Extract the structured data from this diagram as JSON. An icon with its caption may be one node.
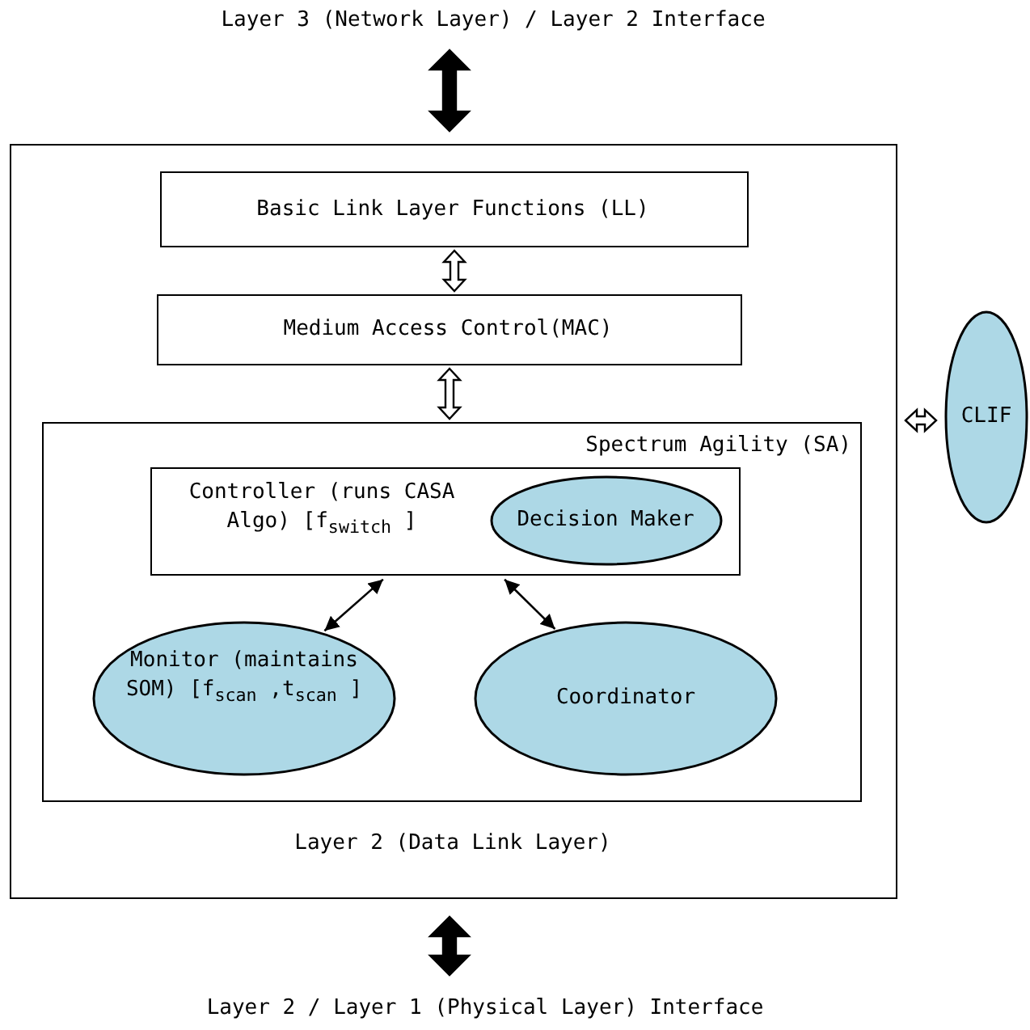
{
  "diagram": {
    "nodes": [
      {
        "text": [
          "Layer 3 (Network Layer) / Layer 2 Interface"
        ]
      },
      {
        "text": [
          "Layer 2 (Data Link Layer)"
        ]
      },
      {
        "text": [
          "Basic Link Layer Functions (LL)"
        ],
        "in": 1
      },
      {
        "text": [
          "Medium Access Control(MAC)"
        ],
        "in": 1
      },
      {
        "text": [
          "Spectrum Agility (SA)"
        ],
        "in": 1
      },
      {
        "text": [
          "Controller (runs CASA Algo) [f$_{switch}$ ]"
        ],
        "in": 4
      },
      {
        "text": [
          "Decision Maker"
        ],
        "in": 5
      },
      {
        "text": [
          "Monitor (maintains SOM) [f$_{scan}$ ,t$_{scan}$ ]"
        ],
        "in": 4
      },
      {
        "text": [
          "Coordinator"
        ],
        "in": 4
      },
      {
        "text": [
          "CLIF"
        ]
      },
      {
        "text": [
          "Layer 2 / Layer 1 (Physical Layer) Interface"
        ]
      }
    ],
    "edges": [
      {
        "from": 0,
        "to": 1,
        "arrow": "both",
        "style": "thick"
      },
      {
        "from": 2,
        "to": 3,
        "arrow": "both",
        "style": "thick",
        "color": "#ffffff"
      },
      {
        "from": 3,
        "to": 4,
        "arrow": "both",
        "style": "thick",
        "color": "#ffffff"
      },
      {
        "from": 1,
        "to": 9,
        "arrow": "both",
        "style": "thick",
        "color": "#ffffff"
      },
      {
        "from": 5,
        "to": 7,
        "arrow": "both"
      },
      {
        "from": 5,
        "to": 8,
        "arrow": "both"
      },
      {
        "from": 1,
        "to": 10,
        "arrow": "both",
        "style": "thick"
      }
    ]
  }
}
